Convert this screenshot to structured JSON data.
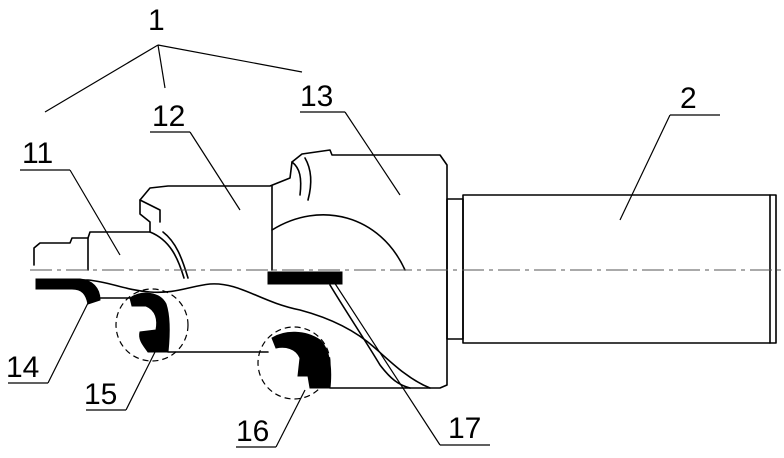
{
  "labels": {
    "assembly": "1",
    "shank": "2",
    "step_11": "11",
    "step_12": "12",
    "step_13": "13",
    "blade_14": "14",
    "blade_15": "15",
    "blade_16": "16",
    "blade_17": "17"
  }
}
